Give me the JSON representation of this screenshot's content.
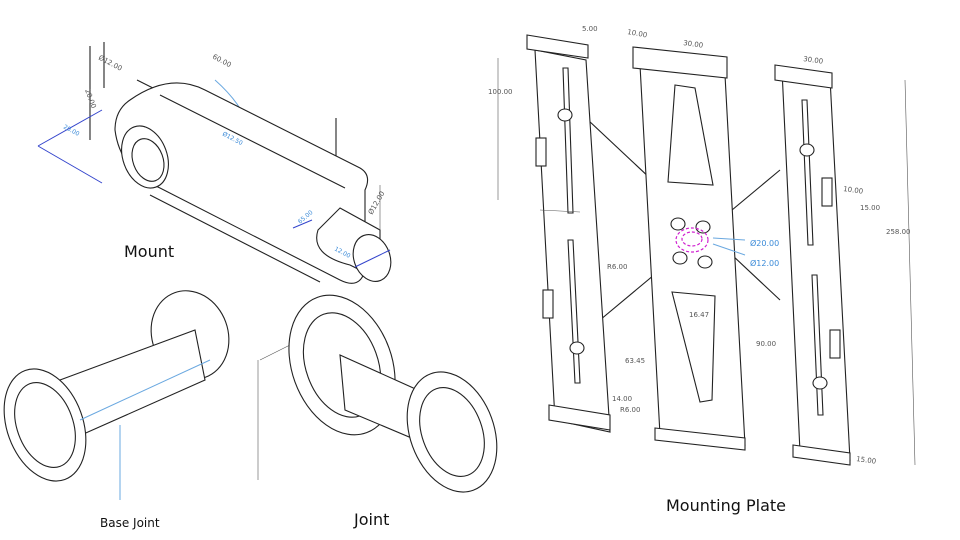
{
  "captions": {
    "mount": "Mount",
    "base_joint": "Base Joint",
    "joint": "Joint",
    "mounting_plate": "Mounting Plate"
  },
  "mount_dims": [
    "60.00",
    "Ø12.00",
    "20.00",
    "20.00",
    "Ø12.50",
    "65.00",
    "Ø12.00",
    "12.00"
  ],
  "plate_dims": [
    "5.00",
    "10.00",
    "30.00",
    "30.00",
    "100.00",
    "10.00",
    "15.00",
    "258.00",
    "Ø20.00",
    "Ø12.00",
    "R6.00",
    "16.47",
    "90.00",
    "63.45",
    "14.00",
    "R6.00",
    "15.00"
  ],
  "colors": {
    "line": "#222222",
    "dimension_blue": "#3a8ad8",
    "highlight": "#d020d0"
  }
}
